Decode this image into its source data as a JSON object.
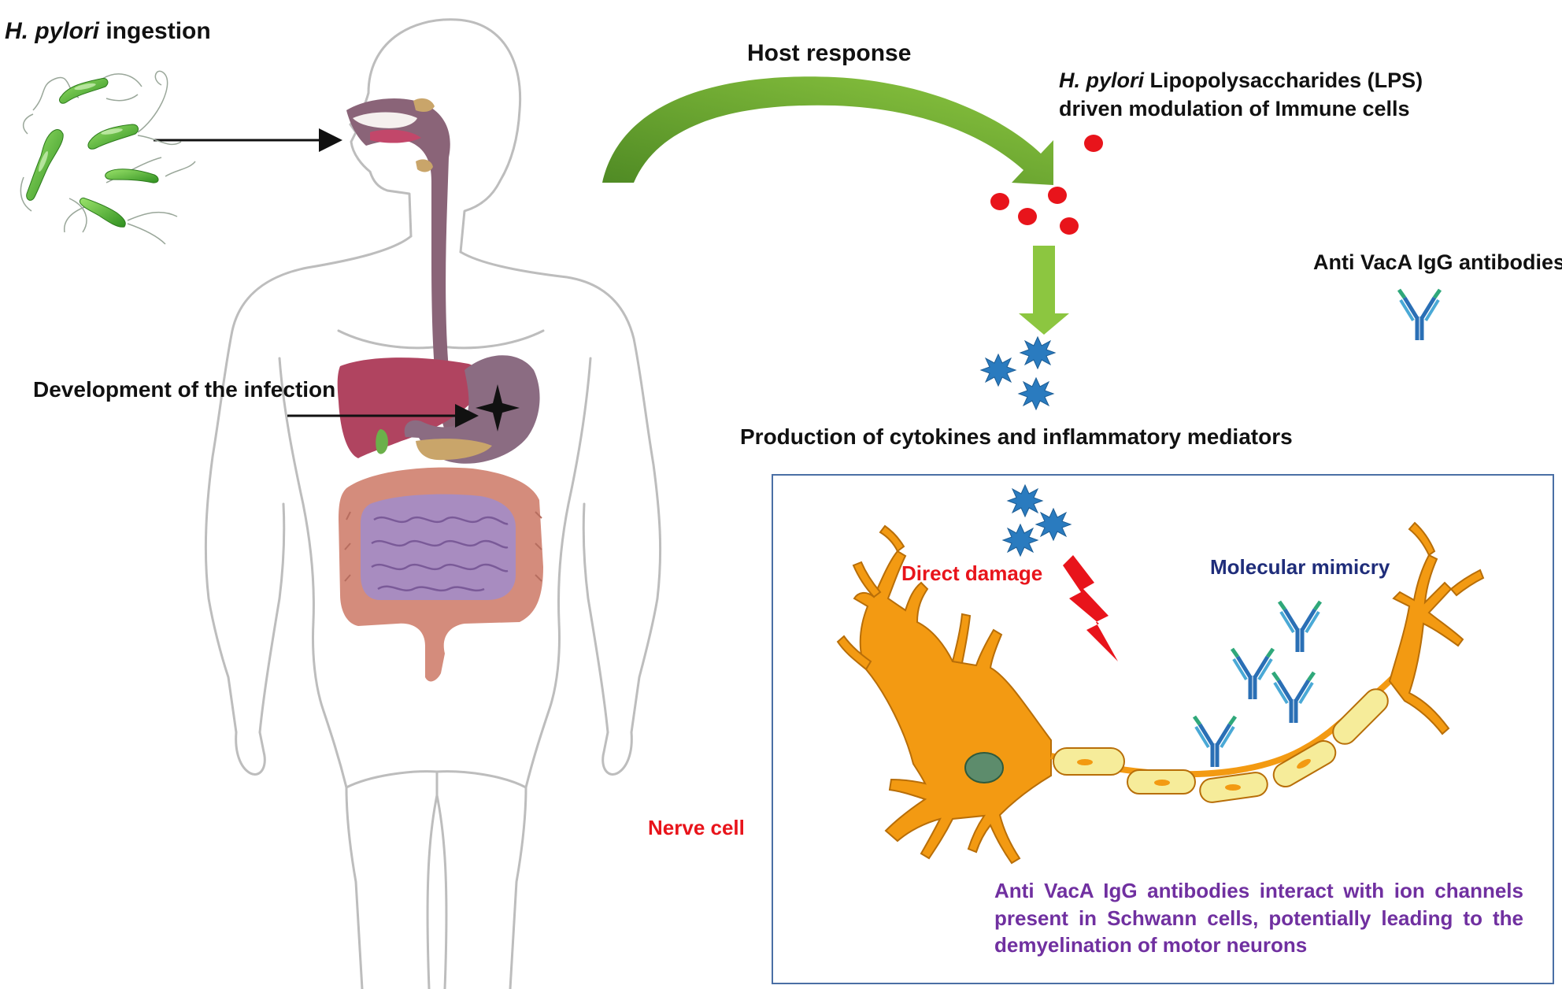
{
  "labels": {
    "ingestion_italic": "H. pylori",
    "ingestion_rest": " ingestion",
    "infection": "Development of the infection",
    "host_response": "Host response",
    "lps_italic": "H. pylori",
    "lps_line1_rest": " Lipopolysaccharides (LPS)",
    "lps_line2": "driven modulation of Immune cells",
    "anti_vaca": "Anti VacA IgG antibodies",
    "cytokines": "Production of cytokines and inflammatory mediators",
    "direct_damage": "Direct damage",
    "molecular_mimicry": "Molecular mimicry",
    "nerve_cell": "Nerve cell",
    "schwann_text": "Anti VacA IgG antibodies interact with ion channels present in Schwann cells, potentially leading to the demyelination of motor neurons"
  },
  "colors": {
    "red_text": "#e8141b",
    "mimicry_text": "#1f2d7a",
    "schwann_text": "#7030a0",
    "box_border": "#4a6fa5",
    "host_arrow": "#5f9a2e",
    "down_arrow": "#8cc640",
    "lps_dot": "#e8141b",
    "cytokine": "#2a7bbf",
    "neuron": "#f39a12",
    "myelin": "#f6ec9a",
    "nucleus": "#5d8c6c",
    "bacteria": "#4fbb2e",
    "body_outline": "#bdbdbd",
    "esophagus": "#8a6478",
    "liver": "#b04460",
    "stomach": "#8b6c82",
    "colon": "#d48c7c",
    "small_intestine": "#a88cc0"
  },
  "icons": [
    "bacteria-icon",
    "antibody-icon",
    "cytokine-icon",
    "lps-dot-icon",
    "lightning-icon",
    "infection-star-icon",
    "neuron-icon",
    "human-body-icon"
  ]
}
